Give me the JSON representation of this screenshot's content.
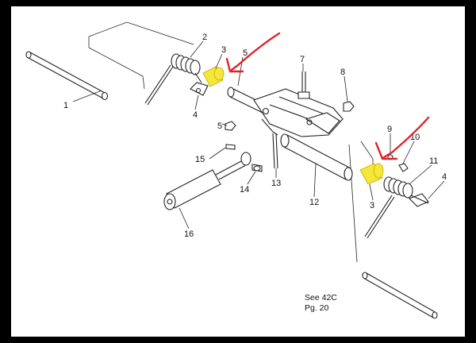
{
  "callouts": [
    "1",
    "2",
    "3",
    "5",
    "4",
    "5",
    "7",
    "8",
    "9",
    "10",
    "11",
    "4",
    "3",
    "12",
    "13",
    "14",
    "15",
    "16"
  ],
  "note": {
    "line1": "See 42C",
    "line2": "Pg. 20"
  },
  "colors": {
    "highlight": "#f5e63a",
    "arrow": "#e0232b",
    "ink": "#222222",
    "frame": "#000000"
  }
}
